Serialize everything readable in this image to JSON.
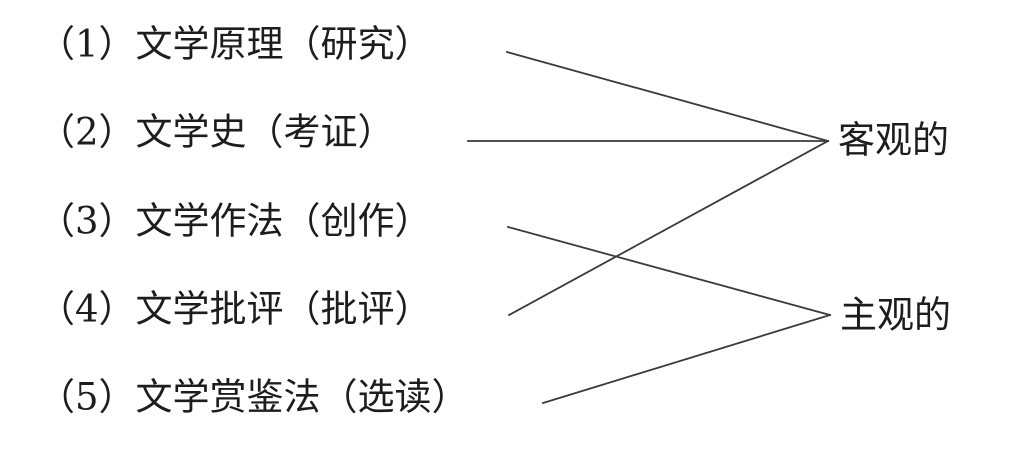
{
  "diagram": {
    "type": "mapping-diagram",
    "background_color": "#ffffff",
    "text_color": "#1d1d1d",
    "line_color": "#3a3a3a",
    "left_items": [
      {
        "id": "item-1",
        "label": "（1）文学原理（研究）",
        "number": "1",
        "name": "文学原理",
        "method": "研究"
      },
      {
        "id": "item-2",
        "label": "（2）文学史（考证）",
        "number": "2",
        "name": "文学史",
        "method": "考证"
      },
      {
        "id": "item-3",
        "label": "（3）文学作法（创作）",
        "number": "3",
        "name": "文学作法",
        "method": "创作"
      },
      {
        "id": "item-4",
        "label": "（4）文学批评（批评）",
        "number": "4",
        "name": "文学批评",
        "method": "批评"
      },
      {
        "id": "item-5",
        "label": "（5）文学赏鉴法（选读）",
        "number": "5",
        "name": "文学赏鉴法",
        "method": "选读"
      }
    ],
    "right_labels": [
      {
        "id": "group-objective",
        "label": "客观的"
      },
      {
        "id": "group-subjective",
        "label": "主观的"
      }
    ],
    "connections": [
      {
        "from": "item-1",
        "to": "group-objective"
      },
      {
        "from": "item-2",
        "to": "group-objective"
      },
      {
        "from": "item-4",
        "to": "group-objective"
      },
      {
        "from": "item-3",
        "to": "group-subjective"
      },
      {
        "from": "item-5",
        "to": "group-subjective"
      }
    ]
  }
}
